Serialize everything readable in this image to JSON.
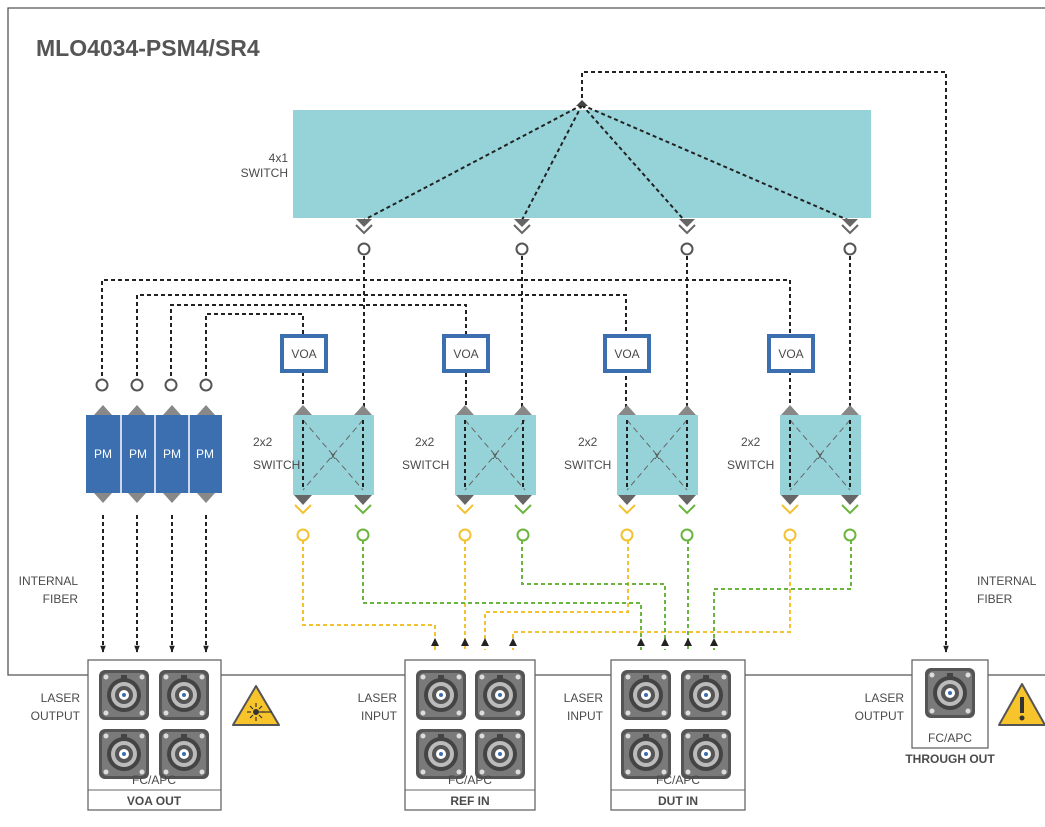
{
  "title": "MLO4034-PSM4/SR4",
  "switch4x1": {
    "line1": "4x1",
    "line2": "SWITCH"
  },
  "switch2x2": {
    "line1": "2x2",
    "line2": "SWITCH",
    "center": "x"
  },
  "voa_label": "VOA",
  "pm_label": "PM",
  "internal_fiber": {
    "line1": "INTERNAL",
    "line2": "FIBER"
  },
  "connector_type": "FC/APC",
  "ports": {
    "voa_out": {
      "side_line1": "LASER",
      "side_line2": "OUTPUT",
      "name": "VOA OUT"
    },
    "ref_in": {
      "side_line1": "LASER",
      "side_line2": "INPUT",
      "name": "REF IN"
    },
    "dut_in": {
      "side_line1": "LASER",
      "side_line2": "INPUT",
      "name": "DUT IN"
    },
    "through_out": {
      "side_line1": "LASER",
      "side_line2": "OUTPUT",
      "name": "THROUGH OUT"
    }
  },
  "icons": [
    "laser-warning-icon",
    "caution-warning-icon",
    "fc-apc-connector-icon",
    "arrow-up-icon",
    "arrow-down-icon"
  ],
  "colors": {
    "switch_fill": "#96d3d9",
    "pm_fill": "#3c6fb0",
    "voa_border": "#3c6fb0",
    "yellow_fiber": "#f2c230",
    "green_fiber": "#6ab63c",
    "black_fiber": "#222222",
    "warning_yellow": "#f7c52b"
  }
}
